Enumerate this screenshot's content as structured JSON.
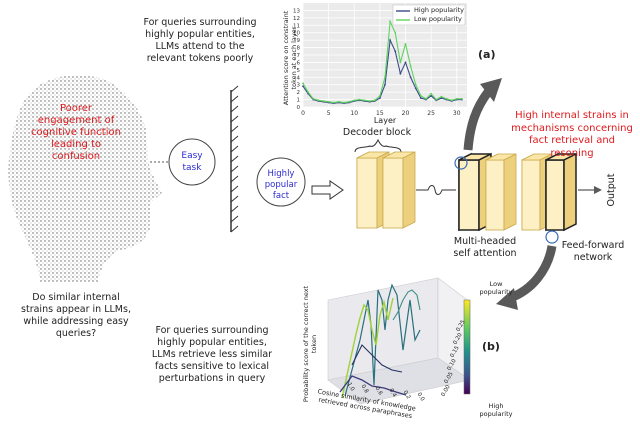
{
  "texts": {
    "top_caption": "For queries surrounding highly popular entities, LLMs attend to the relevant tokens poorly",
    "face_caption": "Poorer engagement of cognitive function leading to confusion",
    "easy_task": "Easy task",
    "popular_fact": "Highly popular fact",
    "decoder_block": "Decoder block",
    "mha": "Multi-headed self attention",
    "ffn": "Feed-forward network",
    "output": "Output",
    "strains": "High internal strains in mechanisms concerning fact retrieval and resoning",
    "question": "Do similar internal strains appear in LLMs, while addressing easy queries?",
    "bottom_caption": "For queries surrounding highly popular entities, LLMs retrieve less similar facts sensitive to lexical perturbations in query",
    "label_a": "(a)",
    "label_b": "(b)"
  },
  "colors": {
    "red_text": "#e0191d",
    "blue_text": "#2b2bd1",
    "block_fill": "#fdf0c4",
    "arrow_gray": "#595959",
    "high_line": "#3b4b8a",
    "low_line": "#5fd35f"
  },
  "chart_data": [
    {
      "type": "line",
      "title": "",
      "xlabel": "Layer",
      "ylabel": "Attention score on constraint token at each layer",
      "xlim": [
        0,
        32
      ],
      "ylim": [
        0,
        14
      ],
      "xticks": [
        0,
        5,
        10,
        15,
        20,
        25,
        30
      ],
      "yticks": [
        0,
        1,
        2,
        3,
        4,
        5,
        6,
        7,
        8,
        9,
        10,
        11,
        12,
        13
      ],
      "grid": true,
      "legend_position": "top-right",
      "x": [
        0,
        1,
        2,
        3,
        4,
        5,
        6,
        7,
        8,
        9,
        10,
        11,
        12,
        13,
        14,
        15,
        16,
        17,
        18,
        19,
        20,
        21,
        22,
        23,
        24,
        25,
        26,
        27,
        28,
        29,
        30,
        31
      ],
      "series": [
        {
          "name": "High popularity",
          "color": "#3b4b8a",
          "values": [
            2.8,
            1.8,
            1.0,
            0.8,
            0.7,
            0.6,
            0.5,
            0.6,
            0.5,
            0.6,
            0.8,
            0.9,
            0.8,
            0.7,
            0.8,
            1.2,
            3.0,
            9.0,
            7.5,
            4.5,
            6.0,
            4.0,
            2.5,
            1.2,
            1.0,
            1.5,
            0.9,
            1.2,
            1.0,
            0.8,
            1.0,
            1.0
          ]
        },
        {
          "name": "Low popularity",
          "color": "#5fd35f",
          "values": [
            3.2,
            2.0,
            1.1,
            0.9,
            0.8,
            0.7,
            0.6,
            0.7,
            0.6,
            0.7,
            0.9,
            1.0,
            0.9,
            0.8,
            0.9,
            1.5,
            4.0,
            11.5,
            10.0,
            6.0,
            8.5,
            5.5,
            3.0,
            1.5,
            1.1,
            1.8,
            1.0,
            1.4,
            1.1,
            0.9,
            1.1,
            1.1
          ]
        }
      ]
    },
    {
      "type": "line",
      "title": "",
      "projection": "3d",
      "xlabel": "Cosine similarity of knowledge retrieved across paraphrases",
      "ylabel": "",
      "zlabel": "Probability score of the correct next token",
      "xticks": [
        "1.0",
        "0.8",
        "0.6",
        "0.4",
        "0.2",
        "0.0"
      ],
      "yticks": [
        "0.00",
        "0.05",
        "0.10",
        "0.15",
        "0.20",
        "0.25"
      ],
      "colorbar": {
        "top_label": "Low popularity",
        "bottom_label": "High popularity"
      }
    }
  ]
}
